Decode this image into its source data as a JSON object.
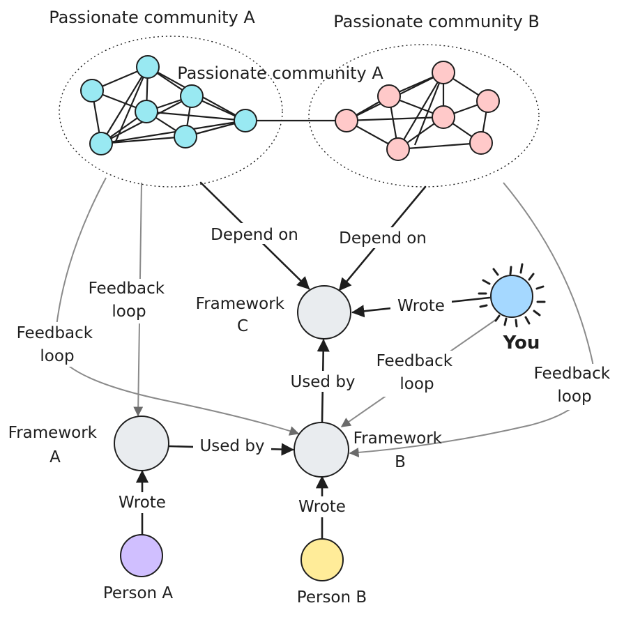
{
  "titles": {
    "community_a": "Passionate community A",
    "community_b": "Passionate community B",
    "community_a_inner": "Passionate community A"
  },
  "labels": {
    "depend_on_left": "Depend on",
    "depend_on_right": "Depend on",
    "feedback_loop_inner_left": [
      "Feedback",
      "loop"
    ],
    "feedback_loop_outer_left": [
      "Feedback",
      "loop"
    ],
    "feedback_loop_you": [
      "Feedback",
      "loop"
    ],
    "feedback_loop_right": [
      "Feedback",
      "loop"
    ],
    "framework_a": [
      "Framework",
      "A"
    ],
    "framework_b": [
      "Framework",
      "B"
    ],
    "framework_c": [
      "Framework",
      "C"
    ],
    "used_by_a_to_b": "Used by",
    "used_by_b_to_c": "Used by",
    "wrote_you": "Wrote",
    "wrote_person_a": "Wrote",
    "wrote_person_b": "Wrote",
    "you": "You",
    "person_a": "Person A",
    "person_b": "Person B"
  },
  "colors": {
    "community_a_node": "#99e9f2",
    "community_b_node": "#ffc9c9",
    "framework_node": "#e9ecef",
    "you_node": "#a5d8ff",
    "person_a_node": "#d0bfff",
    "person_b_node": "#ffec99",
    "stroke": "#1e1e1e",
    "feedback_stroke": "#8a8a8a"
  }
}
